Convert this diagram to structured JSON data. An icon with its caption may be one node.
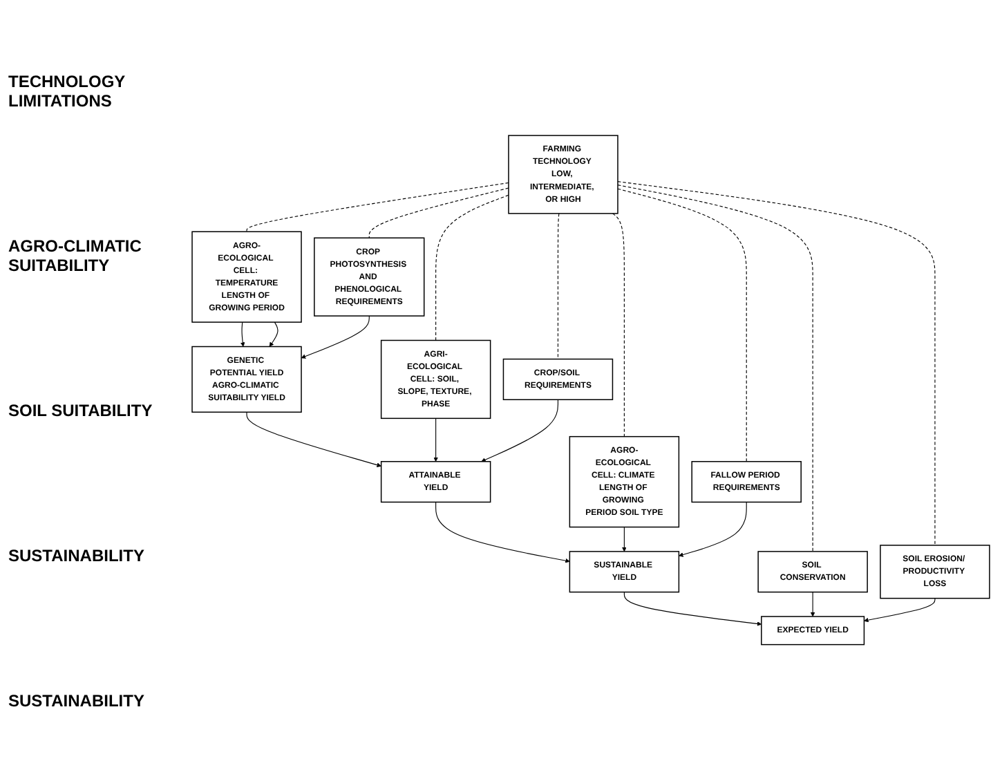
{
  "diagram": {
    "nodes": [
      {
        "text": [
          "FARMING TECHNOLOGY LOW, INTERMEDIATE, OR HIGH"
        ]
      },
      {
        "text": [
          "AGRO-ECOLOGICAL CELL: TEMPERATURE",
          "LENGTH OF GROWING PERIOD"
        ]
      },
      {
        "text": [
          "GENETIC POTENTIAL YIELD",
          "AGRO-CLIMATIC SUITABILITY YIELD"
        ]
      },
      {
        "text": [
          "CROP PHOTOSYNTHESIS AND PHENOLOGICAL REQUIREMENTS"
        ]
      },
      {
        "text": [
          "AGRI-ECOLOGICAL CELL: SOIL, SLOPE, TEXTURE, PHASE"
        ]
      },
      {
        "text": [
          "ATTAINABLE YIELD"
        ]
      },
      {
        "text": [
          "CROP/SOIL REQUIREMENTS"
        ]
      },
      {
        "text": [
          "AGRO-ECOLOGICAL CELL: CLIMATE LENGTH OF GROWING PERIOD SOIL TYPE"
        ]
      },
      {
        "text": [
          "SUSTAINABLE YIELD"
        ]
      },
      {
        "text": [
          "FALLOW PERIOD REQUIREMENTS"
        ]
      },
      {
        "text": [
          "SOIL CONSERVATION"
        ]
      },
      {
        "text": [
          "EXPECTED YIELD"
        ]
      },
      {
        "text": [
          "SOIL EROSION/ PRODUCTIVITY LOSS"
        ]
      }
    ],
    "edges": [
      {
        "from": 0,
        "to": 1,
        "arrow": "none",
        "style": "dashed"
      },
      {
        "from": 0,
        "to": 3,
        "arrow": "none",
        "style": "dashed"
      },
      {
        "from": 1,
        "to": 2,
        "arrow": "to"
      },
      {
        "from": 1,
        "to": 2,
        "arrow": "to"
      },
      {
        "from": 3,
        "to": 2,
        "arrow": "to"
      },
      {
        "from": 0,
        "to": 4,
        "arrow": "none",
        "style": "dashed"
      },
      {
        "from": 0,
        "to": 6,
        "arrow": "none",
        "style": "dashed"
      },
      {
        "from": 2,
        "to": 5,
        "arrow": "to"
      },
      {
        "from": 4,
        "to": 5,
        "arrow": "to"
      },
      {
        "from": 6,
        "to": 5,
        "arrow": "to"
      },
      {
        "from": 0,
        "to": 7,
        "arrow": "none",
        "style": "dashed"
      },
      {
        "from": 0,
        "to": 9,
        "arrow": "none",
        "style": "dashed"
      },
      {
        "from": 5,
        "to": 8,
        "arrow": "to"
      },
      {
        "from": 7,
        "to": 8,
        "arrow": "to"
      },
      {
        "from": 9,
        "to": 8,
        "arrow": "to"
      },
      {
        "from": 0,
        "to": 10,
        "arrow": "none",
        "style": "dashed"
      },
      {
        "from": 0,
        "to": 12,
        "arrow": "none",
        "style": "dashed"
      },
      {
        "from": 8,
        "to": 11,
        "arrow": "to"
      },
      {
        "from": 10,
        "to": 11,
        "arrow": "to"
      },
      {
        "from": 12,
        "to": 11,
        "arrow": "to"
      }
    ],
    "labels": [
      "TECHNOLOGY LIMITATIONS",
      "AGRO-CLIMATIC SUITABILITY",
      "SOIL SUITABILITY",
      "SUSTAINABILITY",
      "SUSTAINABILITY"
    ]
  }
}
